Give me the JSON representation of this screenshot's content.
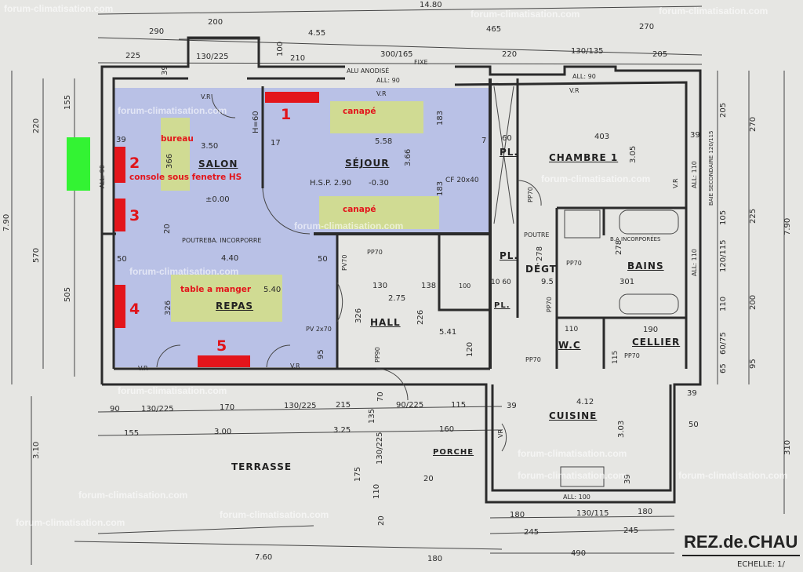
{
  "watermark": "forum-climatisation.com",
  "colors": {
    "living_zone": "#b4bce6",
    "furniture": "#d3de8a",
    "heater": "#e3151b",
    "outdoor_unit": "#33f333",
    "annotation": "#e3151b"
  },
  "heaters": [
    "1",
    "2",
    "3",
    "4",
    "5"
  ],
  "annotations": {
    "bureau": "bureau",
    "canape_top": "canapé",
    "canape_bottom": "canapé",
    "console": "console sous fenetre HS",
    "table": "table a manger"
  },
  "rooms": {
    "salon": "SALON",
    "sejour": "SÉJOUR",
    "repas": "REPAS",
    "hall": "HALL",
    "chambre": "CHAMBRE 1",
    "bains": "BAINS",
    "degt": "DÉGT",
    "wc": "W.C",
    "cellier": "CELLIER",
    "cuisine": "CUISINE",
    "porche": "PORCHE",
    "terrasse": "TERRASSE",
    "pl1": "PL.",
    "pl2": "PL.",
    "pl3": "PL."
  },
  "title": {
    "main": "REZ.de.CHAU",
    "scale": "ECHELLE: 1/"
  },
  "dimensions": [
    "14.80",
    "290",
    "200",
    "4.55",
    "465",
    "270",
    "225",
    "130/225",
    "100",
    "210",
    "300/165",
    "FIXE",
    "220",
    "130/135",
    "205",
    "ALU ANODISÉ",
    "ALL: 90",
    "ALL: 90",
    "39",
    "155",
    "220",
    "7.90",
    "570",
    "505",
    "39",
    "ALL: 90",
    "3.50",
    "366",
    "17",
    "5.58",
    "H=60",
    "183",
    "3.66",
    "183",
    "7",
    "H.S.P. 2.90",
    "-0.30",
    "CF 20x40",
    "±0.00",
    "20",
    "POUTREBA. INCORPORRE",
    "4.40",
    "50",
    "50",
    "5.40",
    "326",
    "PV 2x70",
    "95",
    "V.R",
    "V.R",
    "V.R",
    "V.R",
    "PV70",
    "PP70",
    "130",
    "138",
    "2.75",
    "326",
    "226",
    "5.41",
    "120",
    "PP90",
    "100",
    "403",
    "3.05",
    "60",
    "PP70",
    "POUTRE",
    "278",
    "278",
    "B.A INCORPORÉES",
    "PP70",
    "301",
    "10 60",
    "9.5",
    "PP70",
    "110",
    "190",
    "PP70",
    "115",
    "PP70",
    "39",
    "ALL: 110",
    "BAIE SECONDAIRE 120/115",
    "205",
    "270",
    "105",
    "225",
    "7.90",
    "120/115",
    "ALL: 110",
    "110",
    "200",
    "60/75",
    "65",
    "95",
    "39",
    "50",
    "310",
    "90",
    "130/225",
    "170",
    "130/225",
    "215",
    "70",
    "90/225",
    "115",
    "135",
    "155",
    "3.00",
    "3.25",
    "130/225",
    "160",
    "4.12",
    "39",
    "VR",
    "3.03",
    "39",
    "ALL: 100",
    "180",
    "130/115",
    "180",
    "245",
    "245",
    "490",
    "180",
    "7.60",
    "175",
    "110",
    "20",
    "20",
    "3.10",
    "V.R",
    "V.R"
  ]
}
